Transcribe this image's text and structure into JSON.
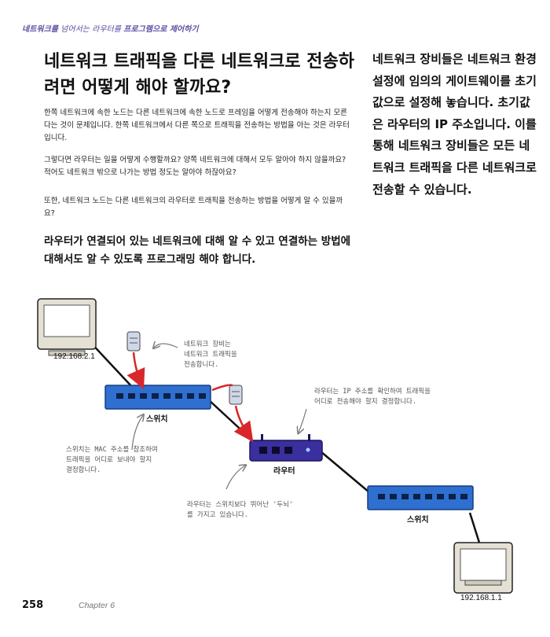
{
  "header": {
    "part1": "네트워크를",
    "part2": " 넘어서는 라우터를 ",
    "part3": "프로그램으로 제어하기"
  },
  "title": "네트워크 트래픽을 다른 네트워크로 전송하려면 어떻게 해야 할까요?",
  "paragraphs": [
    "한쪽 네트워크에 속한 노드는 다른 네트워크에 속한 노드로 프레임을 어떻게 전송해야 하는지 모른다는 것이 문제입니다. 한쪽 네트워크에서 다른 쪽으로 트래픽을 전송하는 방법을 아는 것은 라우터입니다.",
    "그렇다면 라우터는 일을 어떻게 수행할까요? 양쪽 네트워크에 대해서 모두 알아야 하지 않을까요? 적어도 네트워크 밖으로 나가는 방법 정도는 알아야 하잖아요?",
    "또한, 네트워크 노드는 다른 네트워크의 라우터로 트래픽을 전송하는 방법을 어떻게 알 수 있을까요?"
  ],
  "callout": "라우터가 연결되어 있는 네트워크에 대해 알 수 있고 연결하는 방법에 대해서도 알 수 있도록 프로그래밍 해야 합니다.",
  "sidebar": "네트워크 장비들은 네트워크 환경설정에 임의의 게이트웨이를 초기 값으로 설정해 놓습니다. 초기값은 라우터의 IP 주소입니다. 이를 통해 네트워크 장비들은 모든 네트워크 트래픽을 다른 네트워크로 전송할 수 있습니다.",
  "diagram": {
    "ip_top": "192.168.2.1",
    "ip_bottom": "192.168.1.1",
    "switch1_label": "스위치",
    "switch2_label": "스위치",
    "router_label": "라우터",
    "note_device": [
      "네트워크 장비는",
      "네트워크 트래픽을",
      "전송합니다."
    ],
    "note_router_ip": [
      "라우터는 IP 주소를 확인하여 트래픽을",
      "어디로 전송해야 할지 결정합니다."
    ],
    "note_switch_mac": [
      "스위치는 MAC 주소를 참조하여",
      "트래픽을 어디로 보내야 할지",
      "결정합니다."
    ],
    "note_router_brain": [
      "라우터는 스위치보다 뛰어난 '두뇌'",
      "를 가지고 있습니다."
    ]
  },
  "footer": {
    "page": "258",
    "chapter": "Chapter 6"
  },
  "colors": {
    "header": "#5a4fa3",
    "switch": "#2f6fd0",
    "router": "#3a2f9e",
    "arrow": "#d9262a"
  }
}
